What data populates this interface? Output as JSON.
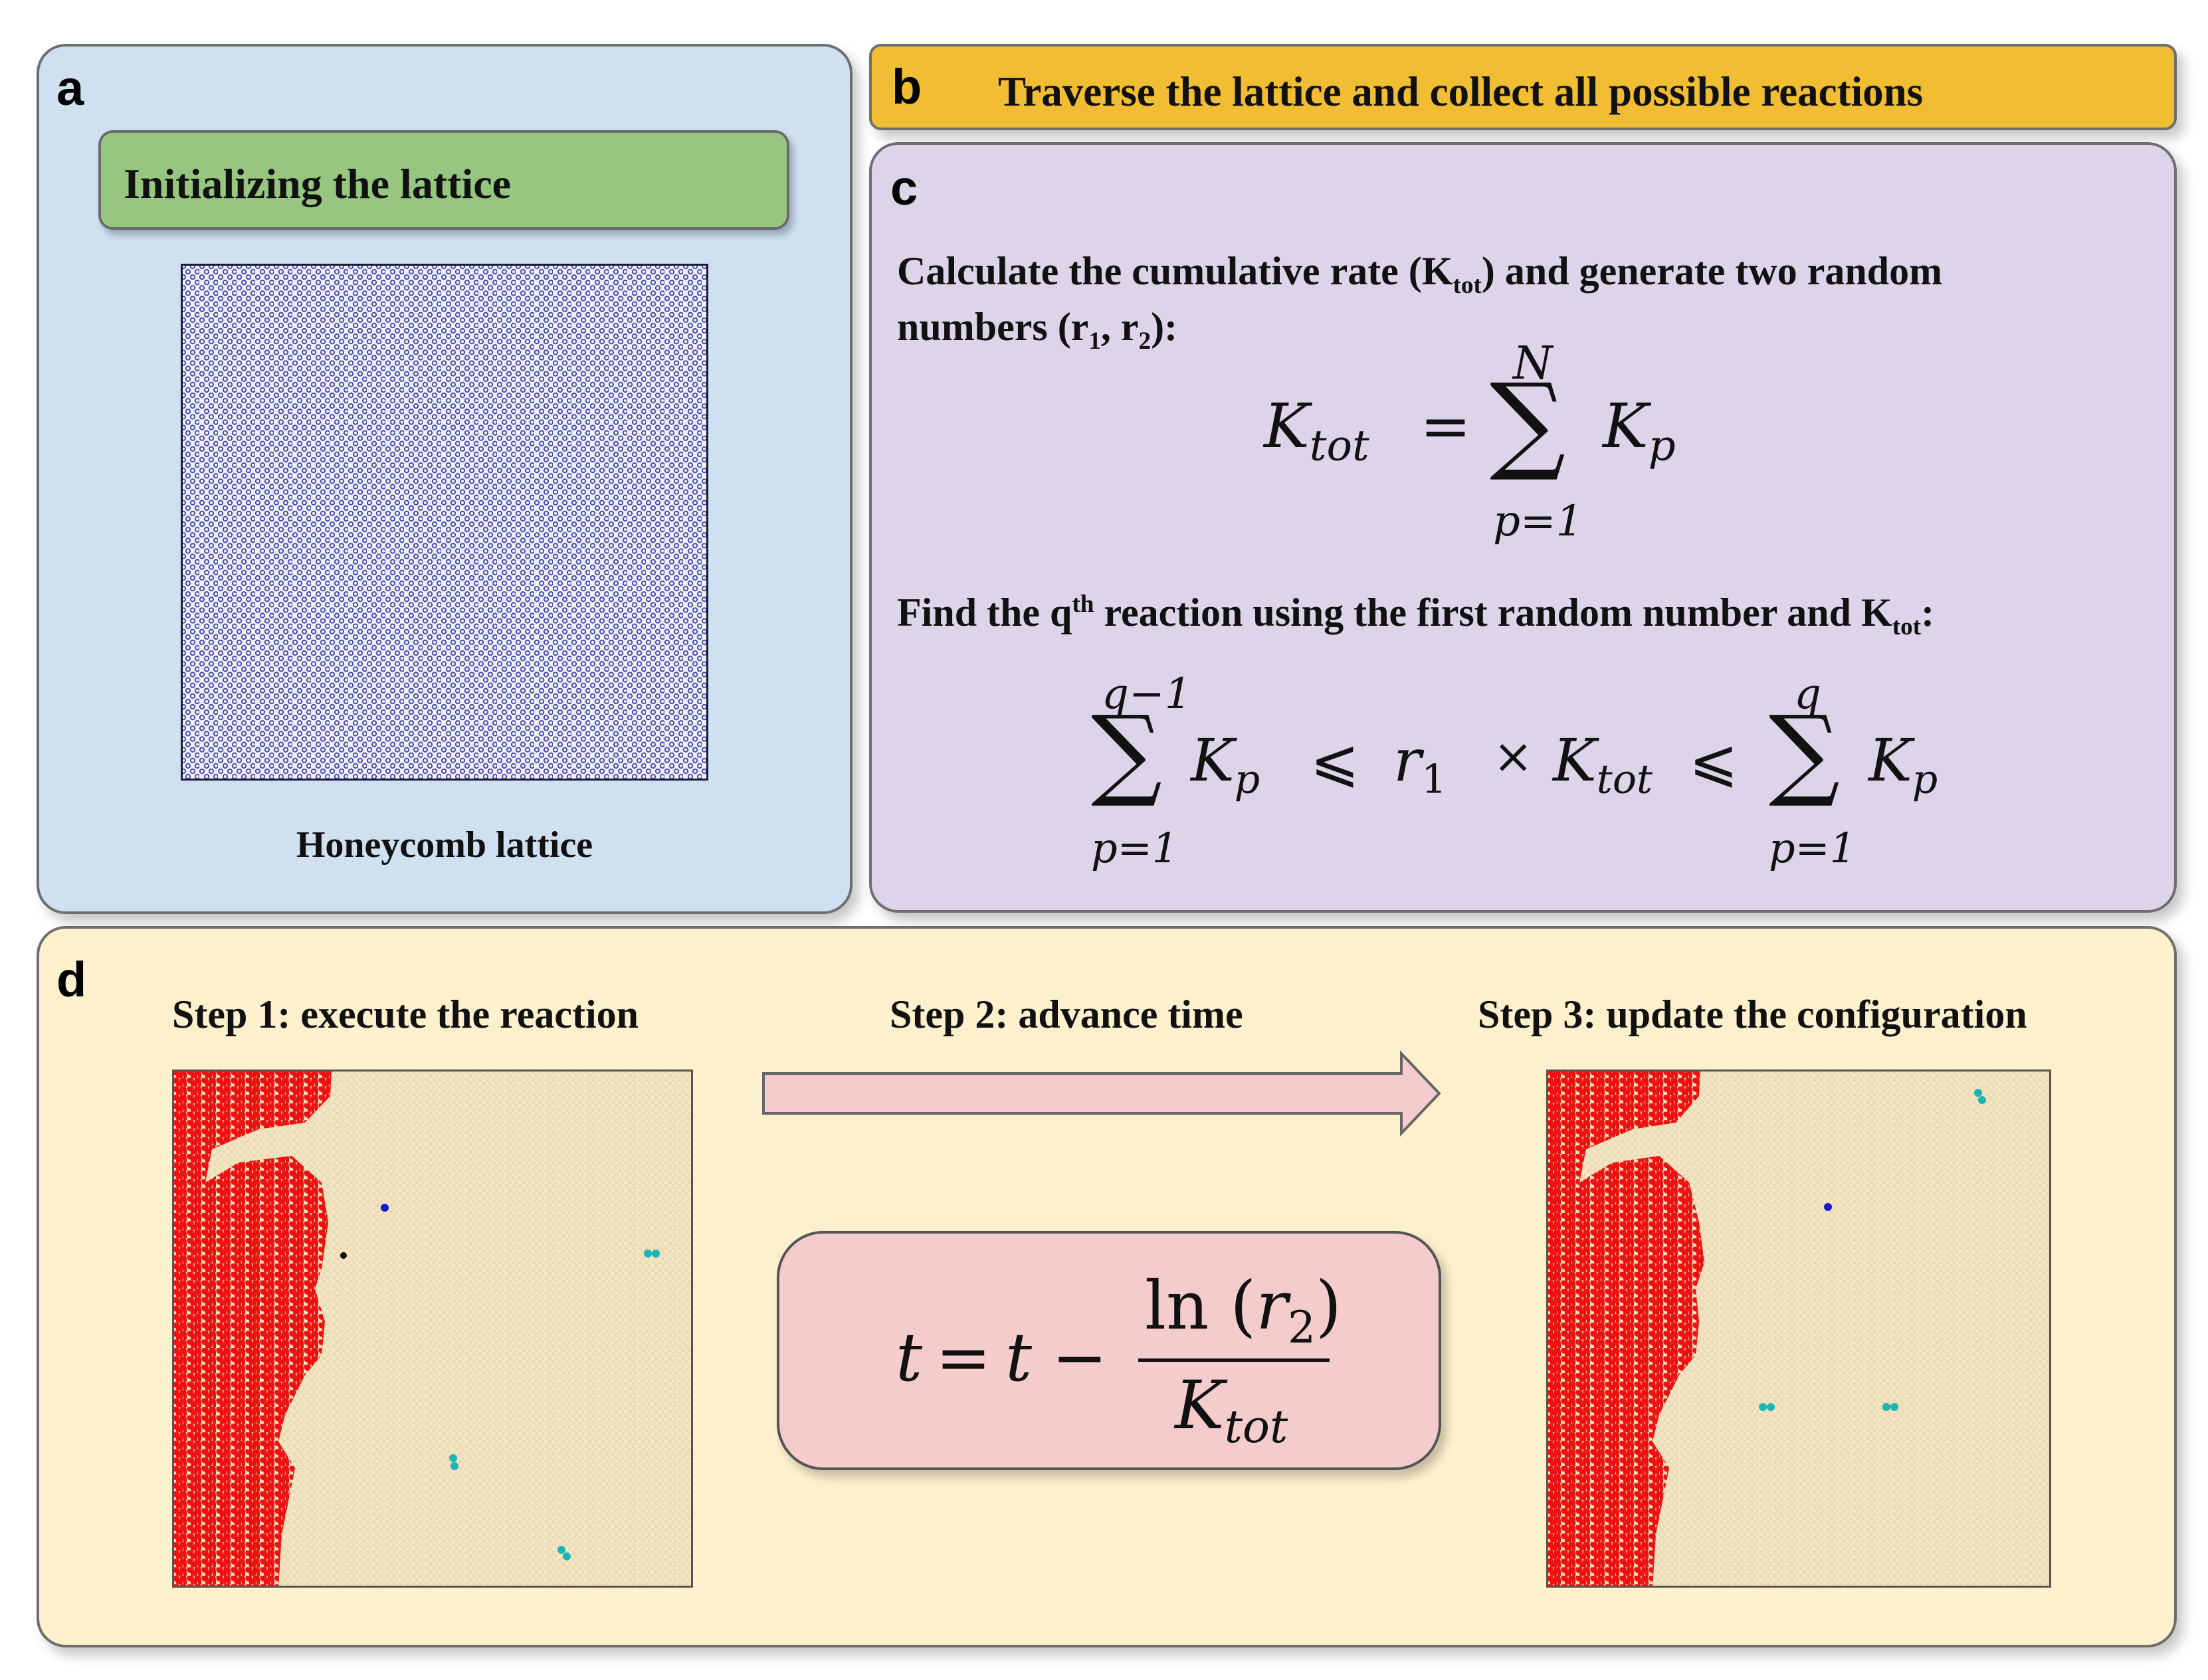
{
  "panel_a": {
    "letter": "a",
    "header": "Initializing the lattice",
    "caption": "Honeycomb lattice"
  },
  "panel_b": {
    "letter": "b",
    "title": "Traverse the lattice and collect all possible reactions"
  },
  "panel_c": {
    "letter": "c",
    "line1_part1": "Calculate the cumulative rate (K",
    "line1_sub": "tot",
    "line1_part2": ") and generate two random",
    "line2_part1": "numbers (r",
    "line2_sub1": "1",
    "line2_part2": ", r",
    "line2_sub2": "2",
    "line2_part3": "):",
    "line3_part1": "Find the q",
    "line3_sup": "th",
    "line3_part2": " reaction using the first random number and K",
    "line3_sub": "tot",
    "line3_part3": ":",
    "eq1": {
      "lhs": "K",
      "lhs_sub": "tot",
      "equals": "=",
      "upper": "N",
      "sigma": "∑",
      "lower": "p=1",
      "term": "K",
      "term_sub": "p"
    },
    "eq2": {
      "upper1": "q−1",
      "lower1": "p=1",
      "sigma": "∑",
      "term1": "K",
      "term1_sub": "p",
      "leq": "⩽",
      "r": "r",
      "r_sub": "1",
      "times": "×",
      "k": "K",
      "k_sub": "tot",
      "upper2": "q",
      "lower2": "p=1",
      "term2": "K",
      "term2_sub": "p"
    }
  },
  "panel_d": {
    "letter": "d",
    "step1": "Step 1: execute the reaction",
    "step2": "Step 2: advance time",
    "step3": "Step 3: update the configuration",
    "eq": {
      "t1": "t",
      "equals": "=",
      "t2": "t",
      "minus": "−",
      "numerator_fn": "ln",
      "numerator_open": "(",
      "numerator_r": "r",
      "numerator_sub": "2",
      "numerator_close": ")",
      "denominator": "K",
      "denominator_sub": "tot"
    }
  },
  "colors": {
    "panel_a_bg": "#cfe0f1",
    "panel_a_header": "#97c681",
    "panel_b_bg": "#f0bd33",
    "panel_c_bg": "#dcd4e9",
    "panel_d_bg": "#fdf0cc",
    "eq_box_bg": "#f4cccc",
    "arrow_fill": "#f4cccc",
    "lattice_atom": "#3b3fa8",
    "red_atom": "#ee1111",
    "cyan_atom": "#1bb5b5",
    "blue_atom": "#1919cc",
    "snapshot_bg": "#f5e6c4"
  }
}
